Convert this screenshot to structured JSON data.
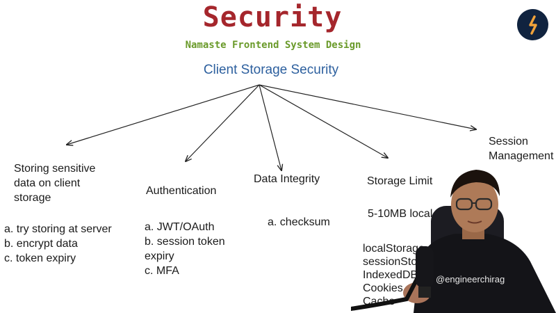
{
  "header": {
    "title": "Security",
    "subtitle": "Namaste Frontend System Design",
    "root_topic": "Client Storage Security"
  },
  "branches": [
    {
      "label": "Storing sensitive data on client storage",
      "items": [
        "a. try storing at server",
        "b. encrypt data",
        "c. token expiry"
      ]
    },
    {
      "label": "Authentication",
      "items": [
        "a. JWT/OAuth",
        "b. session token expiry",
        "c. MFA"
      ]
    },
    {
      "label": "Data Integrity",
      "items": [
        "a. checksum"
      ]
    },
    {
      "label": "Storage Limit",
      "items": [
        "5-10MB local"
      ]
    },
    {
      "label": "Session Management",
      "items": [
        "localStorage",
        "sessionStorage",
        "IndexedDB",
        "Cookies",
        "Cache"
      ]
    }
  ],
  "presenter": {
    "shirt_text": "@engineerchirag"
  },
  "colors": {
    "title": "#a5262c",
    "subtitle": "#6a9a2a",
    "root": "#2c5f9e",
    "logo_bg": "#10233f",
    "logo_mark": "#f0a23a"
  }
}
